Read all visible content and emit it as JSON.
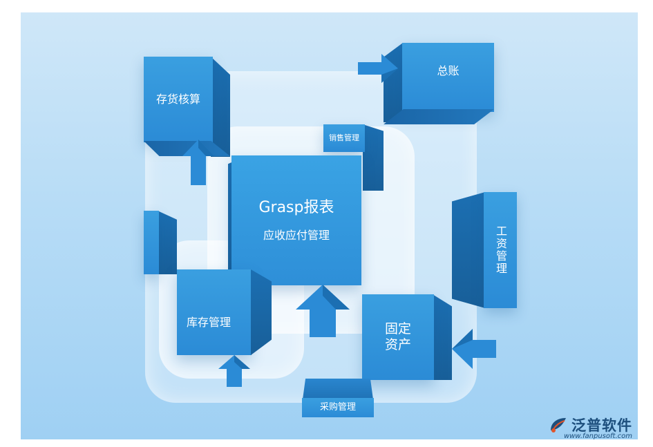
{
  "diagram": {
    "center": {
      "title": "Grasp报表",
      "subtitle": "应收应付管理"
    },
    "modules": {
      "inventory_accounting": "存货核算",
      "general_ledger": "总账",
      "sales": "销售管理",
      "payroll": "工资管理",
      "inventory_mgmt": "库存管理",
      "fixed_assets": "固定资产",
      "purchasing": "采购管理"
    },
    "colors": {
      "box_face": "#2b8bd6",
      "box_side": "#185f99",
      "background": "#b7dcf6"
    }
  },
  "logo": {
    "brand": "泛普软件",
    "url": "www.fanpusoft.com"
  }
}
